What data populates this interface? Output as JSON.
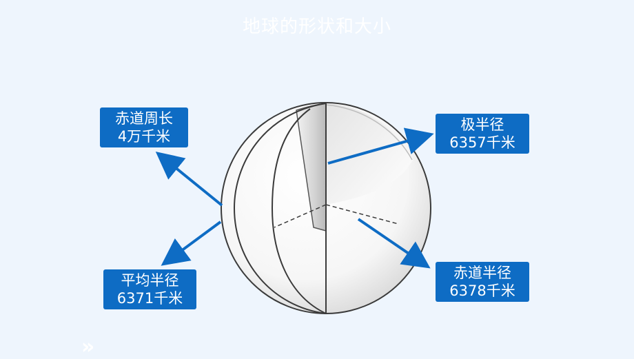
{
  "title": "地球的形状和大小",
  "labels": {
    "equator_circumference": {
      "line1": "赤道周长",
      "line2": "4万千米"
    },
    "polar_radius": {
      "line1": "极半径",
      "line2": "6357千米"
    },
    "mean_radius": {
      "line1": "平均半径",
      "line2": "6371千米"
    },
    "equatorial_radius": {
      "line1": "赤道半径",
      "line2": "6378千米"
    }
  },
  "decor": {
    "chevron": "»",
    "chevron_icon": "double-chevron-right-icon"
  },
  "colors": {
    "accent": "#0e6cc4",
    "background": "#eef5fd"
  }
}
